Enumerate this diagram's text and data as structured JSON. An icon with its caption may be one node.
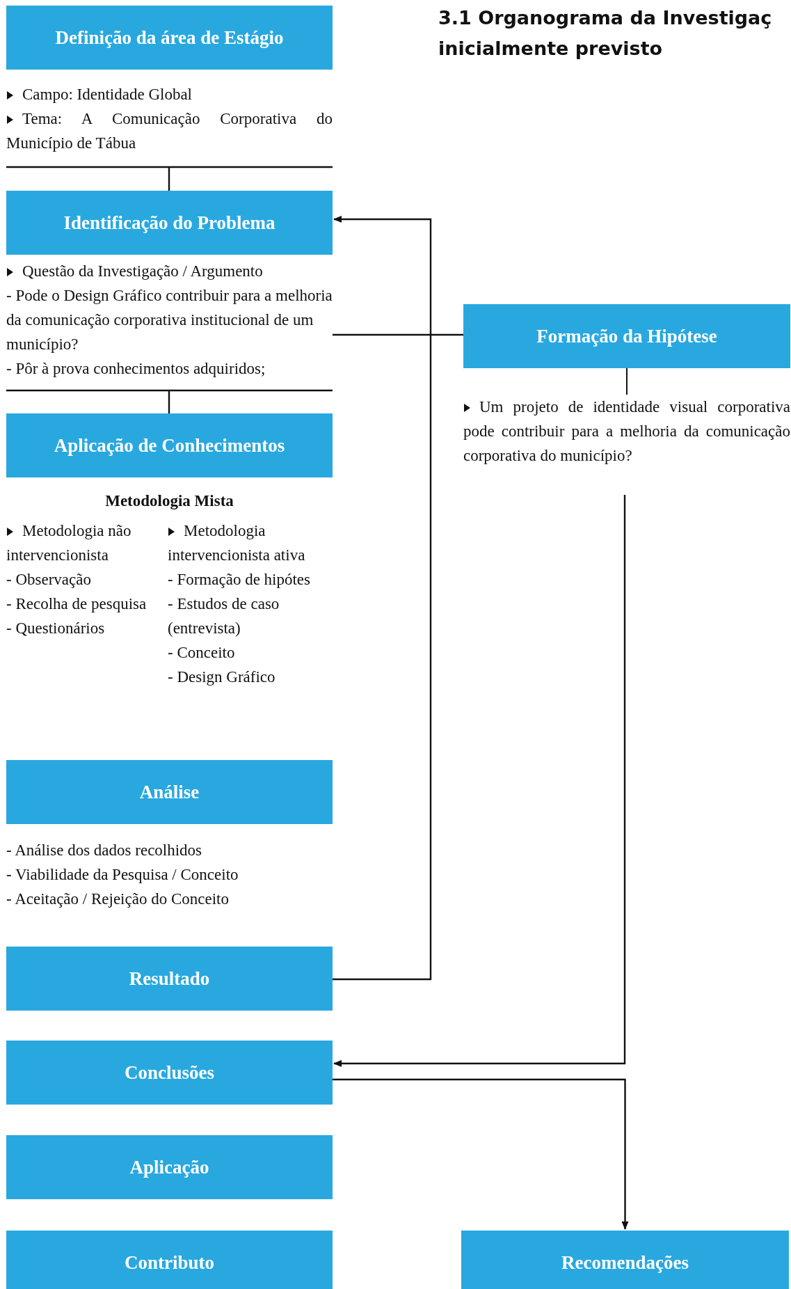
{
  "diagram": {
    "title": "3.1 Organograma da Investigaç inicialmente previsto",
    "nodes": [
      {
        "text": [
          "Definição da área de Estágio"
        ],
        "beside": [
          "Campo: Identidade Global",
          "Tema: A Comunicação Corporativa do Município de Tábua"
        ]
      },
      {
        "text": [
          "Identificação do Problema"
        ],
        "beside": [
          "Questão da Investigação / Argumento",
          "- Pode o Design Gráfico contribuir para a melhoria da comunicação corporativa institucional de um município?",
          "- Pôr à prova conhecimentos adquiridos;"
        ]
      },
      {
        "text": [
          "Aplicação de Conhecimentos"
        ],
        "beside": [
          "Metodologia Mista",
          "Metodologia não intervencionista",
          "- Observação",
          "- Recolha de pesquisa",
          "- Questionários",
          "Metodologia intervencionista ativa",
          "- Formação de hipótes",
          "- Estudos de caso (entrevista)",
          "- Conceito",
          "- Design Gráfico"
        ]
      },
      {
        "text": [
          "Formação da Hipótese"
        ],
        "beside": [
          "Um projeto de identidade visual corporativa pode contribuir para a melhoria da comunicação corporativa do município?"
        ]
      },
      {
        "text": [
          "Análise"
        ],
        "beside": [
          "- Análise dos dados recolhidos",
          "- Viabilidade da Pesquisa / Conceito",
          "- Aceitação / Rejeição do Conceito"
        ]
      },
      {
        "text": [
          "Resultado"
        ]
      },
      {
        "text": [
          "Conclusões"
        ]
      },
      {
        "text": [
          "Aplicação"
        ]
      },
      {
        "text": [
          "Contributo"
        ]
      },
      {
        "text": [
          "Recomendações"
        ]
      }
    ],
    "edges": [
      {
        "from": 0,
        "to": 1,
        "arrow": "none"
      },
      {
        "from": 1,
        "to": 2,
        "arrow": "none"
      },
      {
        "from": 3,
        "to": 1,
        "arrow": "none"
      },
      {
        "from": 5,
        "to": 1,
        "arrow": "to"
      },
      {
        "from": 3,
        "to": 6,
        "arrow": "to"
      },
      {
        "from": 6,
        "to": 9,
        "arrow": "to"
      }
    ]
  }
}
